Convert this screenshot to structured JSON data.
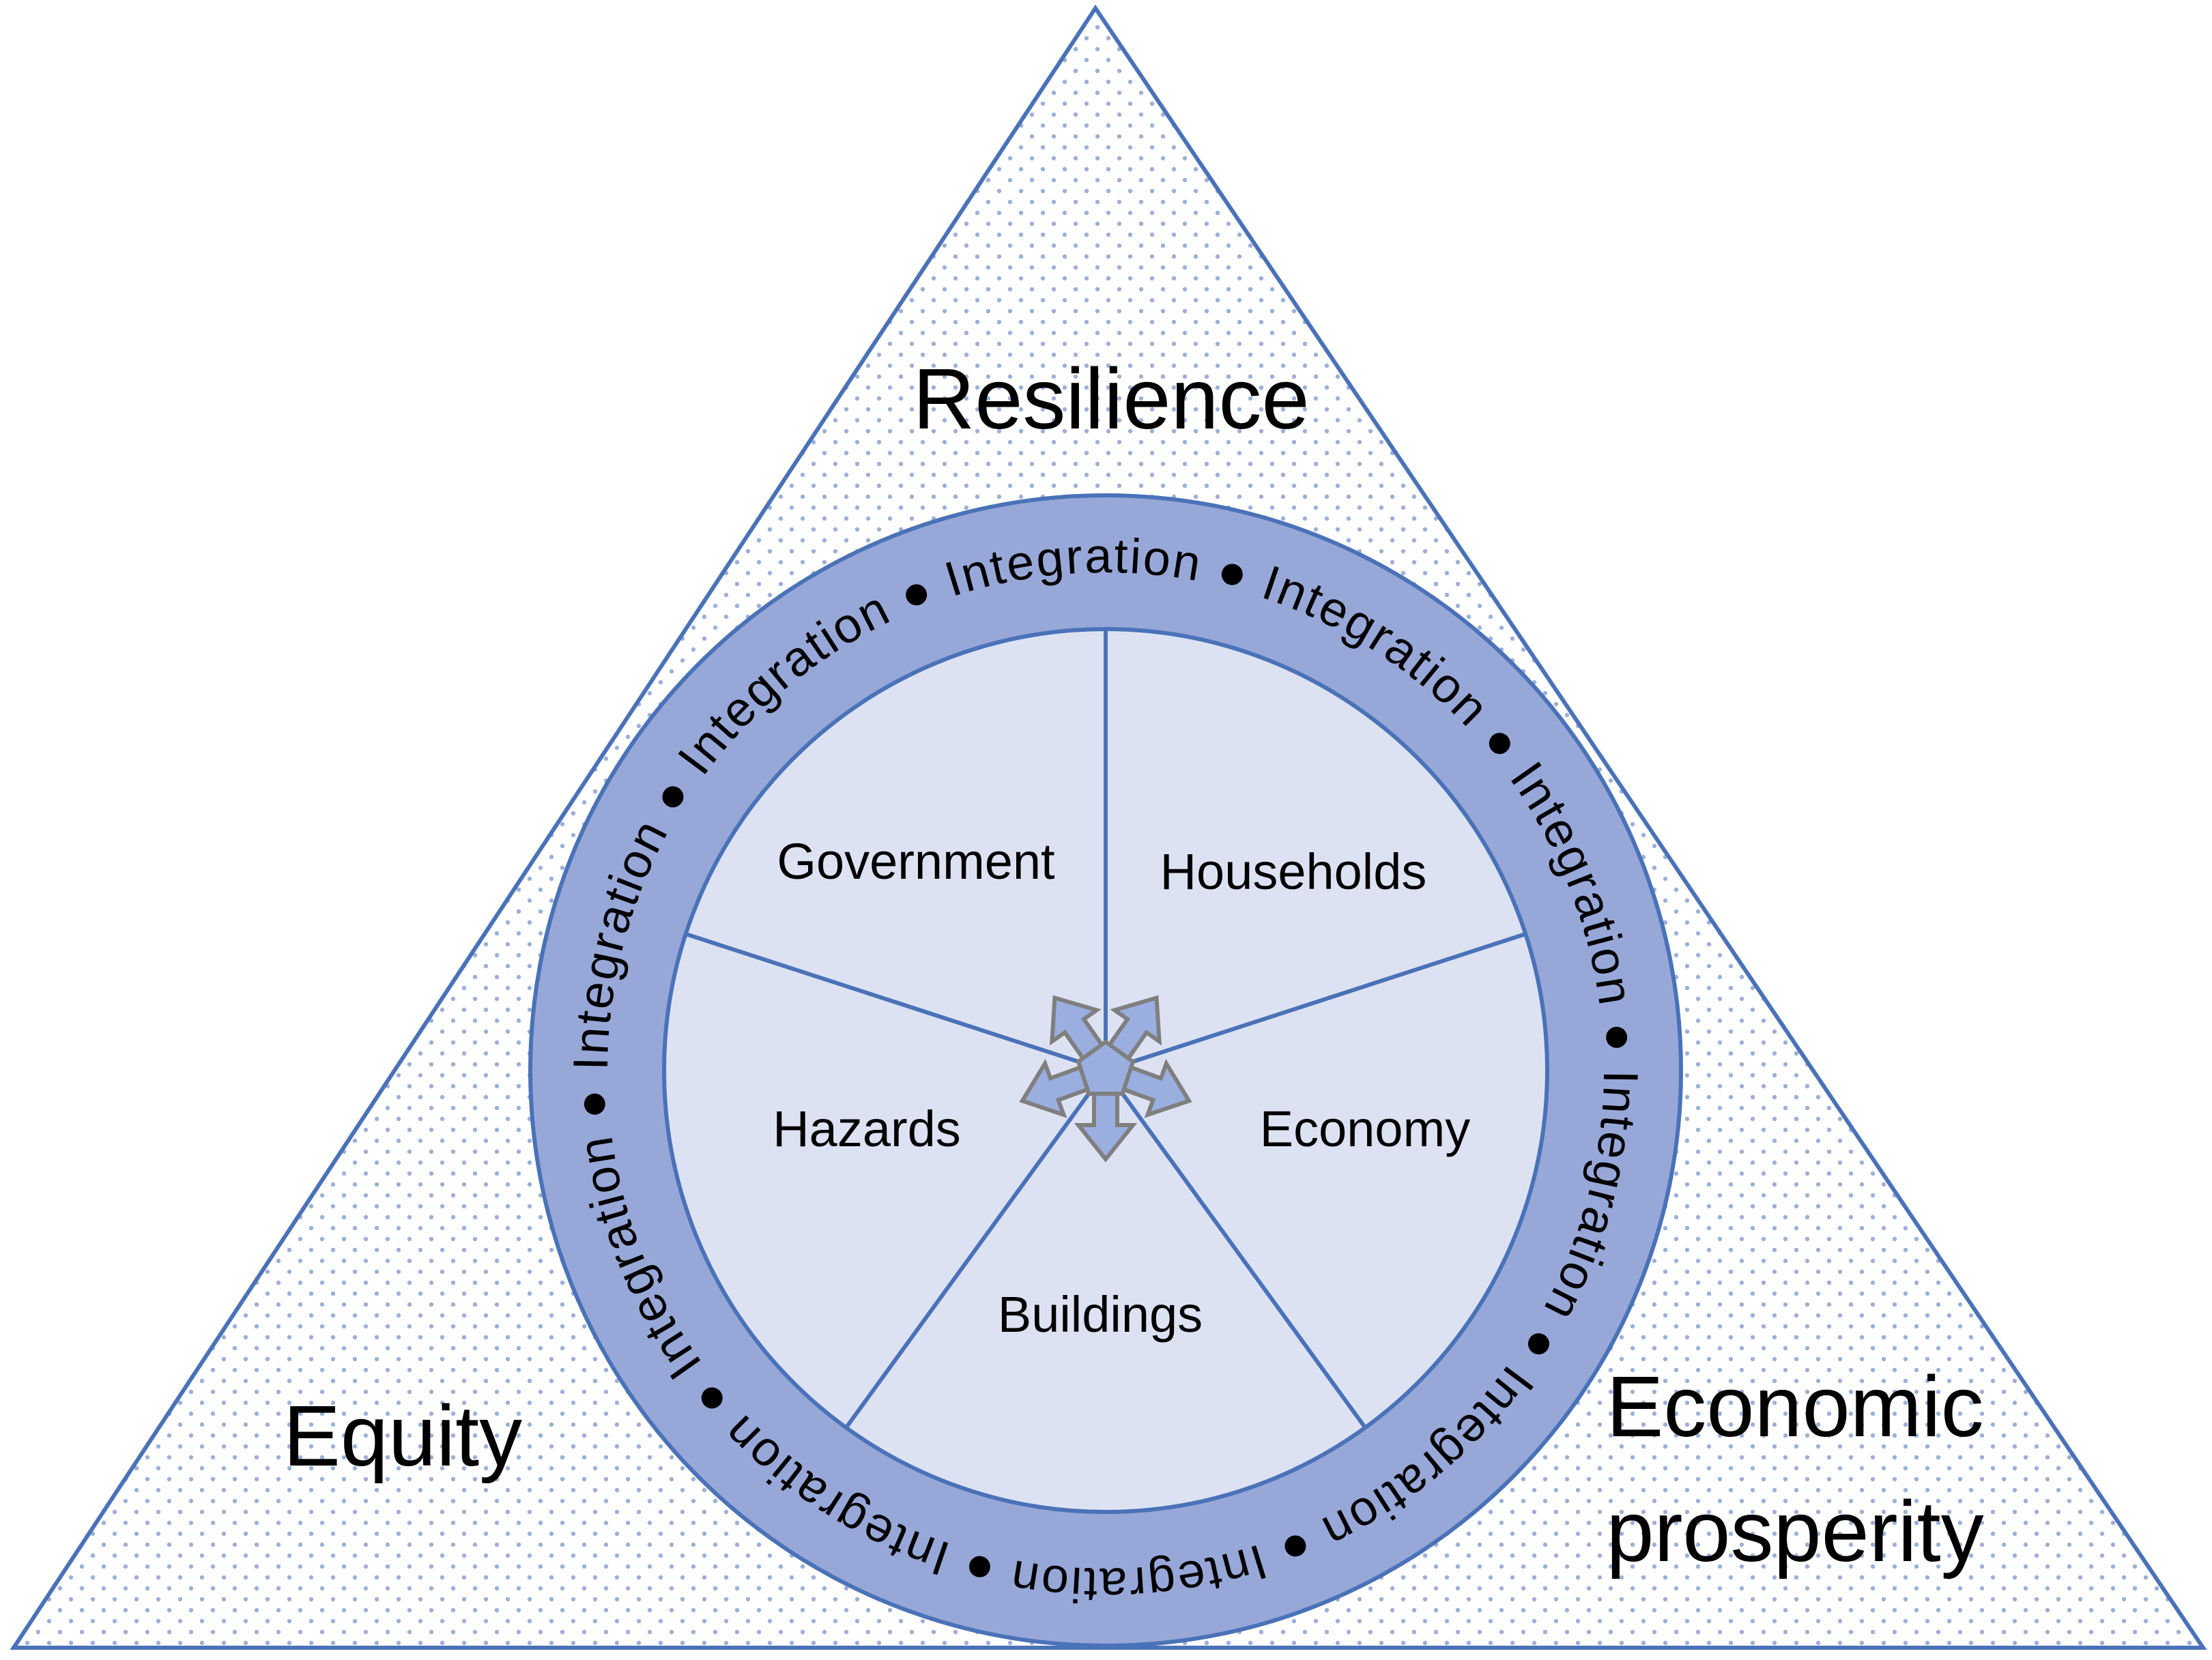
{
  "corners": {
    "top": "Resilience",
    "left": "Equity",
    "right_line1": "Economic",
    "right_line2": "prosperity"
  },
  "sectors": {
    "government": "Government",
    "households": "Households",
    "economy": "Economy",
    "buildings": "Buildings",
    "hazards": "Hazards"
  },
  "ring": {
    "word": "Integration",
    "separator": "●"
  },
  "colors": {
    "outline": "#4a72b8",
    "ring_fill": "#97a8d8",
    "sector_fill": "#dde2f3",
    "dot_pattern": "#9db0d8",
    "arrow_fill": "#9aaee0",
    "arrow_stroke": "#7f7f7f"
  }
}
